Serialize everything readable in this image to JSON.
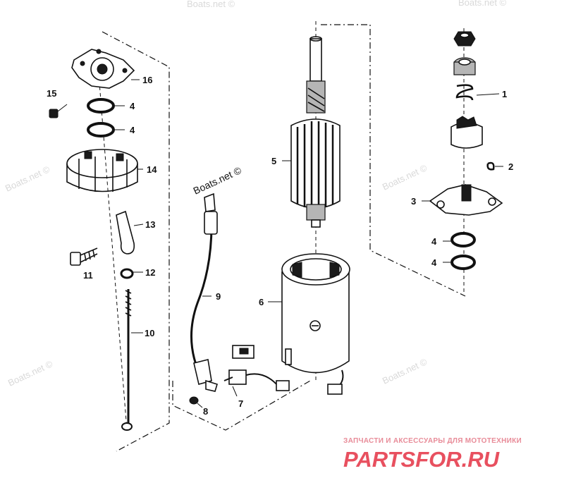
{
  "watermarks": [
    "Boats.net ©",
    "Boats.net ©",
    "Boats.net ©",
    "Boats.net ©",
    "Boats.net ©",
    "Boats.net ©",
    "Boats.net ©"
  ],
  "callouts": [
    "1",
    "2",
    "3",
    "4",
    "4",
    "4",
    "4",
    "5",
    "6",
    "7",
    "8",
    "9",
    "10",
    "11",
    "12",
    "13",
    "14",
    "15",
    "16"
  ],
  "brand": {
    "tagline": "ЗАПЧАСТИ И АКСЕССУАРЫ ДЛЯ МОТОТЕХНИКИ",
    "logo": "PARTSFOR.RU"
  }
}
